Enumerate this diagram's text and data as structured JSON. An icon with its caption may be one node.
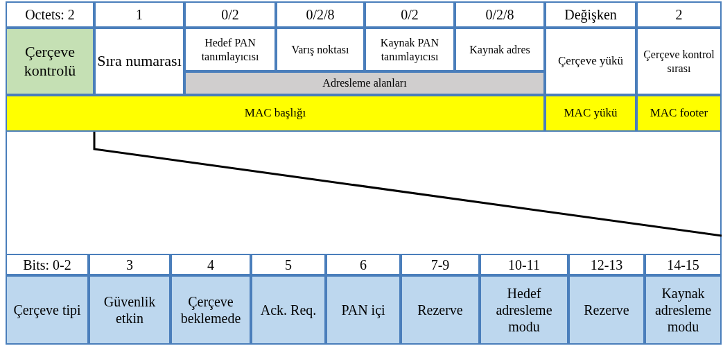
{
  "diagram": {
    "labels": [
      "Octets: 2",
      "1",
      "0/2",
      "0/2/8",
      "0/2",
      "0/2/8",
      "Değişken",
      "2",
      "Çerçeve kontrolü",
      "Sıra numarası",
      "Hedef PAN tanımlayıcısı",
      "Varış noktası",
      "Kaynak PAN tanımlayıcısı",
      "Kaynak adres",
      "Çerçeve yükü",
      "Çerçeve kontrol sırası",
      "Adresleme alanları",
      "MAC başlığı",
      "MAC yükü",
      "MAC footer",
      "Bits: 0-2",
      "3",
      "4",
      "5",
      "6",
      "7-9",
      "10-11",
      "12-13",
      "14-15",
      "Çerçeve tipi",
      "Güvenlik etkin",
      "Çerçeve beklemede",
      "Ack. Req.",
      "PAN içi",
      "Rezerve",
      "Hedef adresleme modu",
      "Rezerve",
      "Kaynak adresleme modu"
    ]
  }
}
